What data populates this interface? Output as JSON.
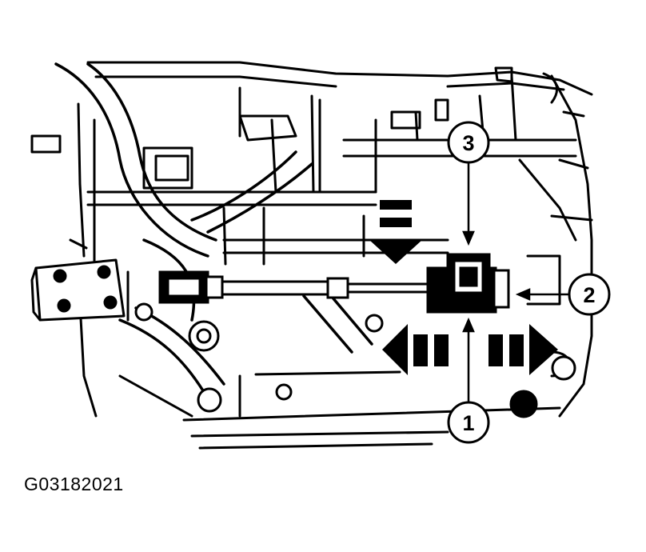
{
  "figure": {
    "code": "G03182021"
  },
  "callouts": [
    {
      "id": "1",
      "label": "1"
    },
    {
      "id": "2",
      "label": "2"
    },
    {
      "id": "3",
      "label": "3"
    }
  ],
  "colors": {
    "ink": "#000000",
    "paper": "#ffffff"
  }
}
